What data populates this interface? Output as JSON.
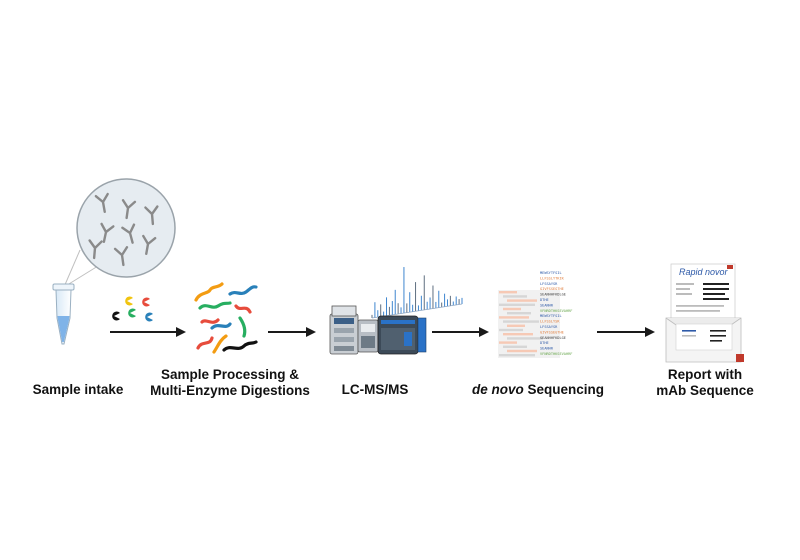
{
  "steps": [
    {
      "id": "sample-intake",
      "lines": [
        "Sample intake"
      ]
    },
    {
      "id": "sample-processing",
      "lines": [
        "Sample Processing &",
        "Multi-Enzyme Digestions"
      ]
    },
    {
      "id": "lc-ms-ms",
      "lines": [
        "LC-MS/MS"
      ]
    },
    {
      "id": "de-novo",
      "em": "de novo",
      "rest": " Sequencing"
    },
    {
      "id": "report",
      "lines": [
        "Report with",
        "mAb Sequence"
      ]
    }
  ],
  "report_brand": "Rapid novor",
  "peptide_sequences": [
    {
      "text": "MEWSYTFSIL",
      "color": "#2e5aa8"
    },
    {
      "text": "LLFSSLYTKIK",
      "color": "#e07b39"
    },
    {
      "text": "LFSSAYSR",
      "color": "#2e5aa8"
    },
    {
      "text": "GIVFSSEGTHE",
      "color": "#e07b39"
    },
    {
      "text": "SEANHHFKDLGE",
      "color": "#444444"
    },
    {
      "text": "DTHE",
      "color": "#2e5aa8"
    },
    {
      "text": "SEANHR",
      "color": "#2e5aa8"
    },
    {
      "text": "VFNRDTHKSEVAHRF",
      "color": "#6aa84f"
    },
    {
      "text": "MEWSYTFSIL",
      "color": "#2e5aa8"
    },
    {
      "text": "LLFSSLYSR",
      "color": "#e07b39"
    },
    {
      "text": "LFSSAYSR",
      "color": "#2e5aa8"
    },
    {
      "text": "GIVFSSEGTHE",
      "color": "#e07b39"
    },
    {
      "text": "SEANHHFKDLGE",
      "color": "#444444"
    },
    {
      "text": "DTHE",
      "color": "#2e5aa8"
    },
    {
      "text": "SEANHR",
      "color": "#2e5aa8"
    },
    {
      "text": "VFNRDTHKSEVAHRF",
      "color": "#6aa84f"
    }
  ],
  "colors": {
    "arrow": "#1a1a1a",
    "antibody": "#8a8a8a",
    "tube_liquid": "#7fb3e8",
    "report_title": "#2e5aa8",
    "report_stamp": "#c0392b",
    "peptides": [
      "#f39c12",
      "#27ae60",
      "#2980b9",
      "#e74c3c",
      "#111111"
    ],
    "enzymes": [
      "#e74c3c",
      "#f1c40f",
      "#2980b9",
      "#27ae60",
      "#111111"
    ]
  },
  "chart_data": {
    "type": "bar",
    "series": [
      {
        "values": [
          4,
          20,
          9,
          16,
          6,
          24,
          11,
          18,
          32,
          14,
          8,
          60,
          12,
          26,
          9,
          38,
          7,
          19,
          45,
          10,
          15,
          30,
          8,
          22,
          6,
          17,
          9,
          13,
          5,
          11,
          7,
          8
        ]
      }
    ]
  }
}
